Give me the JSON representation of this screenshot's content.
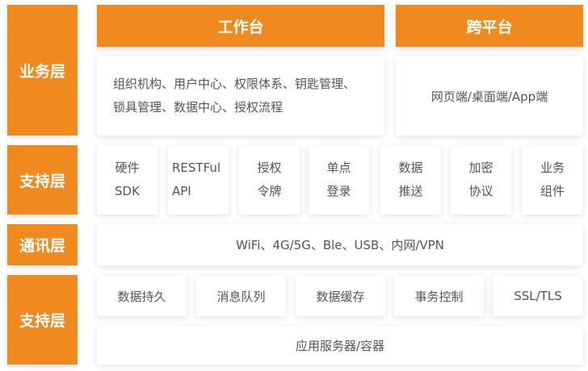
{
  "accent_color": "#f0891e",
  "layers": [
    {
      "label": "业务层"
    },
    {
      "label": "支持层"
    },
    {
      "label": "通讯层"
    },
    {
      "label": "支持层"
    }
  ],
  "business": {
    "workbench": {
      "title": "工作台",
      "lines": [
        "组织机构、用户中心、权限体系、钥匙管理、",
        "锁具管理、数据中心、授权流程"
      ]
    },
    "cross_platform": {
      "title": "跨平台",
      "text": "网页端/桌面端/App端"
    }
  },
  "support": {
    "items": [
      {
        "line1": "硬件",
        "line2": "SDK"
      },
      {
        "line1": "RESTFul",
        "line2": "API"
      },
      {
        "line1": "授权",
        "line2": "令牌"
      },
      {
        "line1": "单点",
        "line2": "登录"
      },
      {
        "line1": "数据",
        "line2": "推送"
      },
      {
        "line1": "加密",
        "line2": "协议"
      },
      {
        "line1": "业务",
        "line2": "组件"
      }
    ]
  },
  "communication": {
    "text": "WiFi、4G/5G、Ble、USB、内网/VPN"
  },
  "infrastructure": {
    "items": [
      "数据持久",
      "消息队列",
      "数据缓存",
      "事务控制",
      "SSL/TLS"
    ],
    "base": "应用服务器/容器"
  }
}
